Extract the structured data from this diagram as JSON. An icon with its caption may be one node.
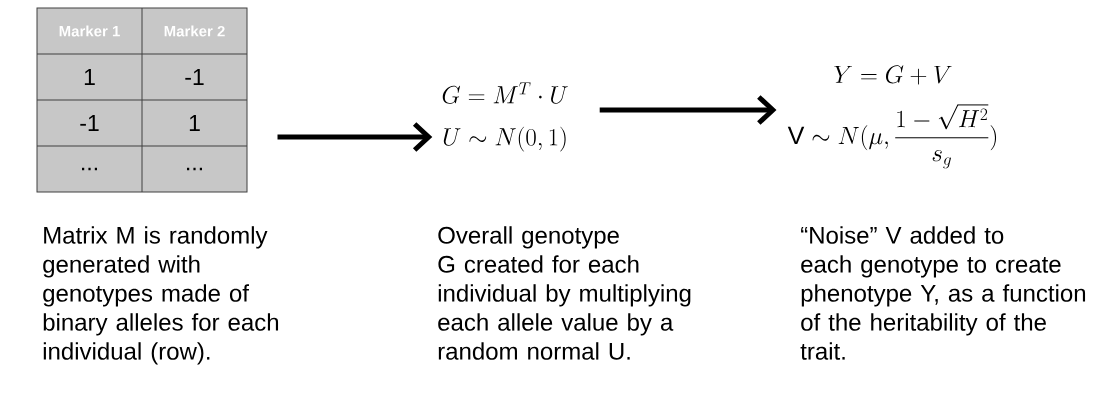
{
  "diagram": {
    "nodes": [
      {
        "text": [
          "Marker 1",
          "Marker 2",
          "1",
          "-1",
          "-1",
          "1",
          "...",
          "..."
        ],
        "beside": [
          "Matrix M is randomly generated with genotypes made of binary alleles for each individual (row)."
        ]
      },
      {
        "text": [
          "G = M^T \\cdot U",
          "U \\sim N(0,1)"
        ],
        "beside": [
          "Overall genotype G created for each individual by multiplying each allele value by a random normal U."
        ]
      },
      {
        "text": [
          "Y = G + V",
          "\\mathrm{V} \\sim N(\\mu, \\dfrac{1-\\sqrt{H^2}}{s_g})"
        ],
        "beside": [
          "“Noise” V added to each genotype to create phenotype Y, as a function of the heritability of the trait."
        ]
      }
    ],
    "edges": [
      {
        "from": 0,
        "to": 1,
        "arrow": "to"
      },
      {
        "from": 1,
        "to": 2,
        "arrow": "to"
      }
    ]
  }
}
